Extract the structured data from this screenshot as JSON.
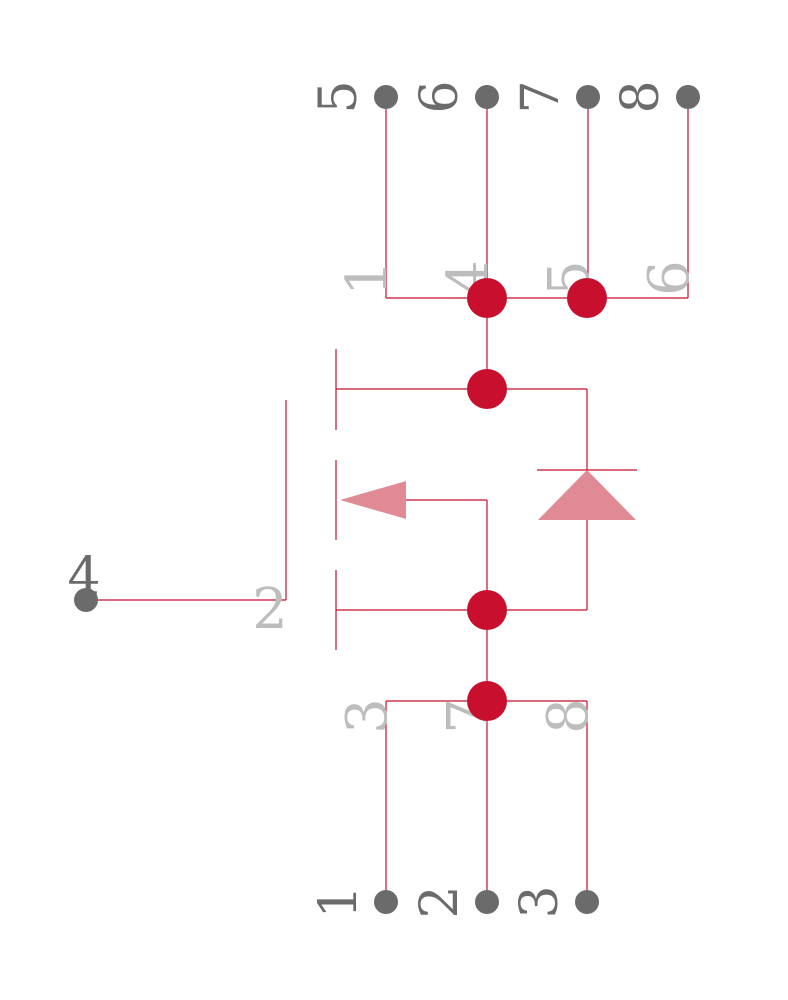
{
  "colors": {
    "wire": "#c8102e",
    "junction": "#c8102e",
    "symbol_fill": "#e08a96",
    "pin_dot": "#6b6b6b",
    "pin_label": "#6b6b6b",
    "inner_label": "#bdbdbd"
  },
  "pins": {
    "top": [
      "5",
      "6",
      "7",
      "8"
    ],
    "bottom": [
      "1",
      "2",
      "3"
    ],
    "gate": "4"
  },
  "inner_labels": {
    "drain": [
      "1",
      "4",
      "5",
      "6"
    ],
    "gate": "2",
    "source": [
      "3",
      "7",
      "8"
    ]
  }
}
